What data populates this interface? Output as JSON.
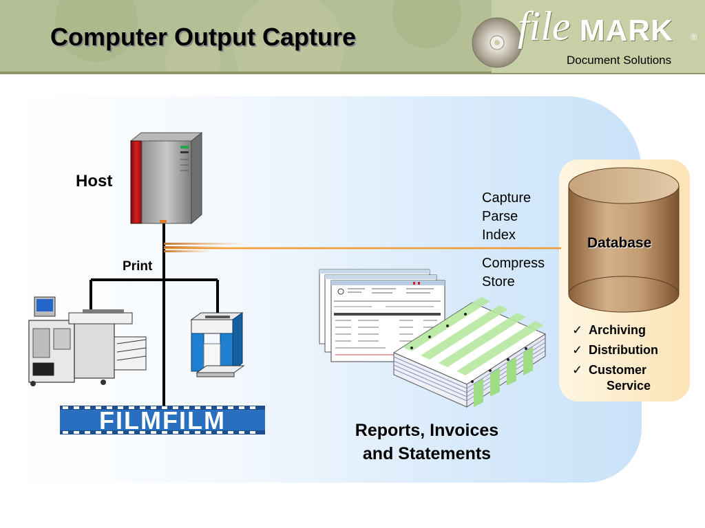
{
  "header": {
    "title": "Computer Output Capture",
    "logo_file": "file",
    "logo_mark": "MARK",
    "logo_reg": "®",
    "logo_sub": "Document Solutions"
  },
  "diagram": {
    "host_label": "Host",
    "print_label": "Print",
    "film_text": "FILMFILM",
    "steps_a": [
      "Capture",
      "Parse",
      "Index"
    ],
    "steps_b": [
      "Compress",
      "Store"
    ],
    "database_label": "Database",
    "reports_label_line1": "Reports, Invoices",
    "reports_label_line2": "and Statements",
    "features": [
      "Archiving",
      "Distribution",
      "Customer Service"
    ],
    "features_split": {
      "line1": "Customer",
      "line2": "Service"
    }
  },
  "colors": {
    "header_bg": "#b5bf95",
    "accent_line": "#f29a2e",
    "host_red": "#c41c1c",
    "printer_blue": "#1f7fd0",
    "db_brown": "#b4865a",
    "film_blue": "#2a6fbf",
    "form_green": "#b6e7a0"
  }
}
